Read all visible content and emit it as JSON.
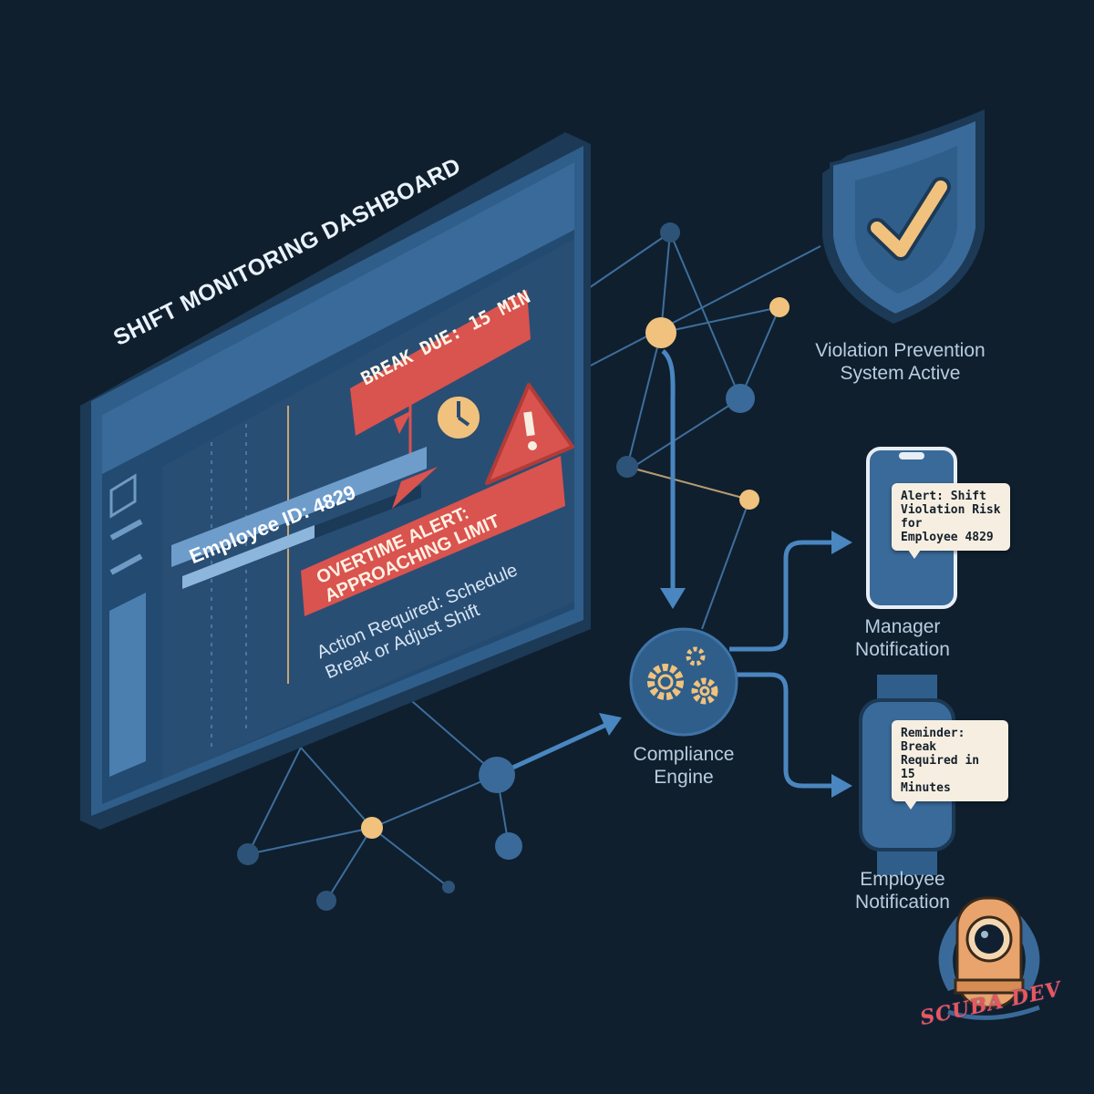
{
  "dashboard": {
    "title": "SHIFT MONITORING DASHBOARD",
    "break_badge": "BREAK DUE: 15 MIN",
    "employee_id": "Employee ID: 4829",
    "overtime_alert_line1": "OVERTIME ALERT:",
    "overtime_alert_line2": "APPROACHING LIMIT",
    "action_line1": "Action Required: Schedule",
    "action_line2": "Break or Adjust Shift"
  },
  "shield": {
    "caption_line1": "Violation Prevention",
    "caption_line2": "System Active"
  },
  "engine": {
    "caption_line1": "Compliance",
    "caption_line2": "Engine"
  },
  "manager": {
    "message_line1": "Alert: Shift",
    "message_line2": "Violation Risk for",
    "message_line3": "Employee 4829",
    "caption_line1": "Manager",
    "caption_line2": "Notification"
  },
  "employee": {
    "message_line1": "Reminder: Break",
    "message_line2": "Required in 15",
    "message_line3": "Minutes",
    "caption_line1": "Employee",
    "caption_line2": "Notification"
  },
  "logo": {
    "text": "SCUBA DEV"
  },
  "colors": {
    "background": "#0f1f2e",
    "panel_blue": "#3a6a99",
    "alert_red": "#d9534f",
    "accent_peach": "#f1c27d"
  }
}
